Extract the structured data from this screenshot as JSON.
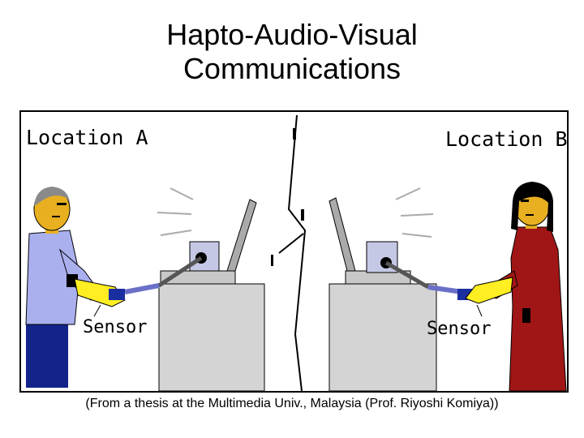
{
  "slide": {
    "title_line1": "Hapto-Audio-Visual",
    "title_line2": "Communications"
  },
  "illustration": {
    "location_a_label": "Location A",
    "location_b_label": "Location B",
    "sensor_left_label": "Sensor",
    "sensor_right_label": "Sensor"
  },
  "caption": "(From a thesis at the Multimedia Univ., Malaysia (Prof. Riyoshi Komiya))"
}
